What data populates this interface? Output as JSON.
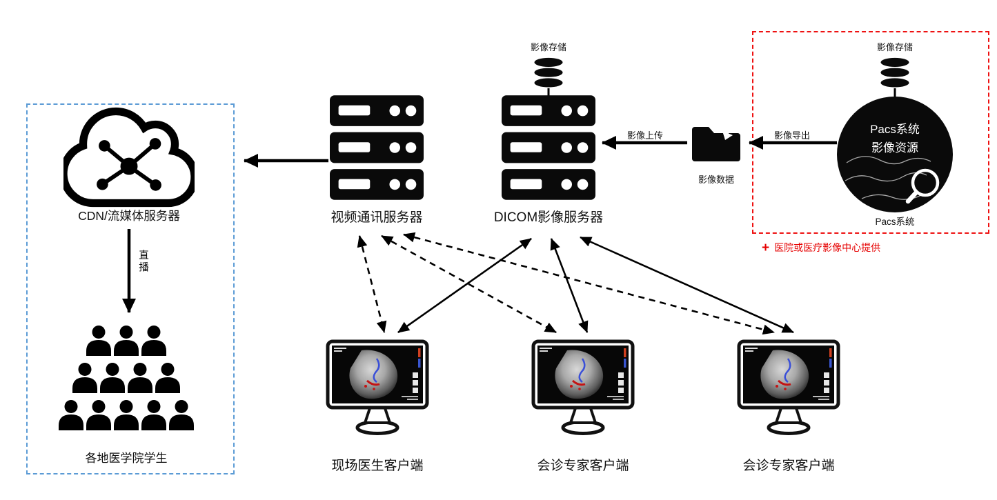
{
  "cdn": {
    "label": "CDN/流媒体服务器",
    "live_label": "直播",
    "students_label": "各地医学院学生"
  },
  "video_server": {
    "label": "视频通讯服务器"
  },
  "dicom_server": {
    "label": "DICOM影像服务器",
    "storage_label": "影像存储"
  },
  "pacs": {
    "storage_label": "影像存储",
    "circle_title": "Pacs系统",
    "circle_subtitle": "影像资源",
    "caption": "Pacs系统",
    "plus": "+",
    "provider_note": "医院或医疗影像中心提供"
  },
  "transfer": {
    "folder_caption": "影像数据",
    "upload_label": "影像上传",
    "export_label": "影像导出"
  },
  "clients": [
    {
      "label": "现场医生客户端"
    },
    {
      "label": "会诊专家客户端"
    },
    {
      "label": "会诊专家客户端"
    }
  ],
  "colors": {
    "accent_red": "#e60000",
    "accent_blue": "#5b9bd5",
    "ink": "#0a0a0a"
  }
}
